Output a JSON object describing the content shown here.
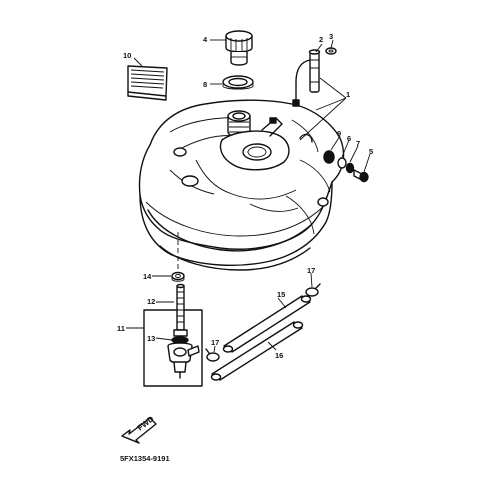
{
  "diagram": {
    "callouts": [
      "1",
      "2",
      "3",
      "4",
      "5",
      "6",
      "7",
      "8",
      "9",
      "10",
      "11",
      "12",
      "13",
      "14",
      "15",
      "16",
      "17",
      "17"
    ],
    "direction_marker": "FWD",
    "drawing_code": "5FX1354-9191"
  }
}
